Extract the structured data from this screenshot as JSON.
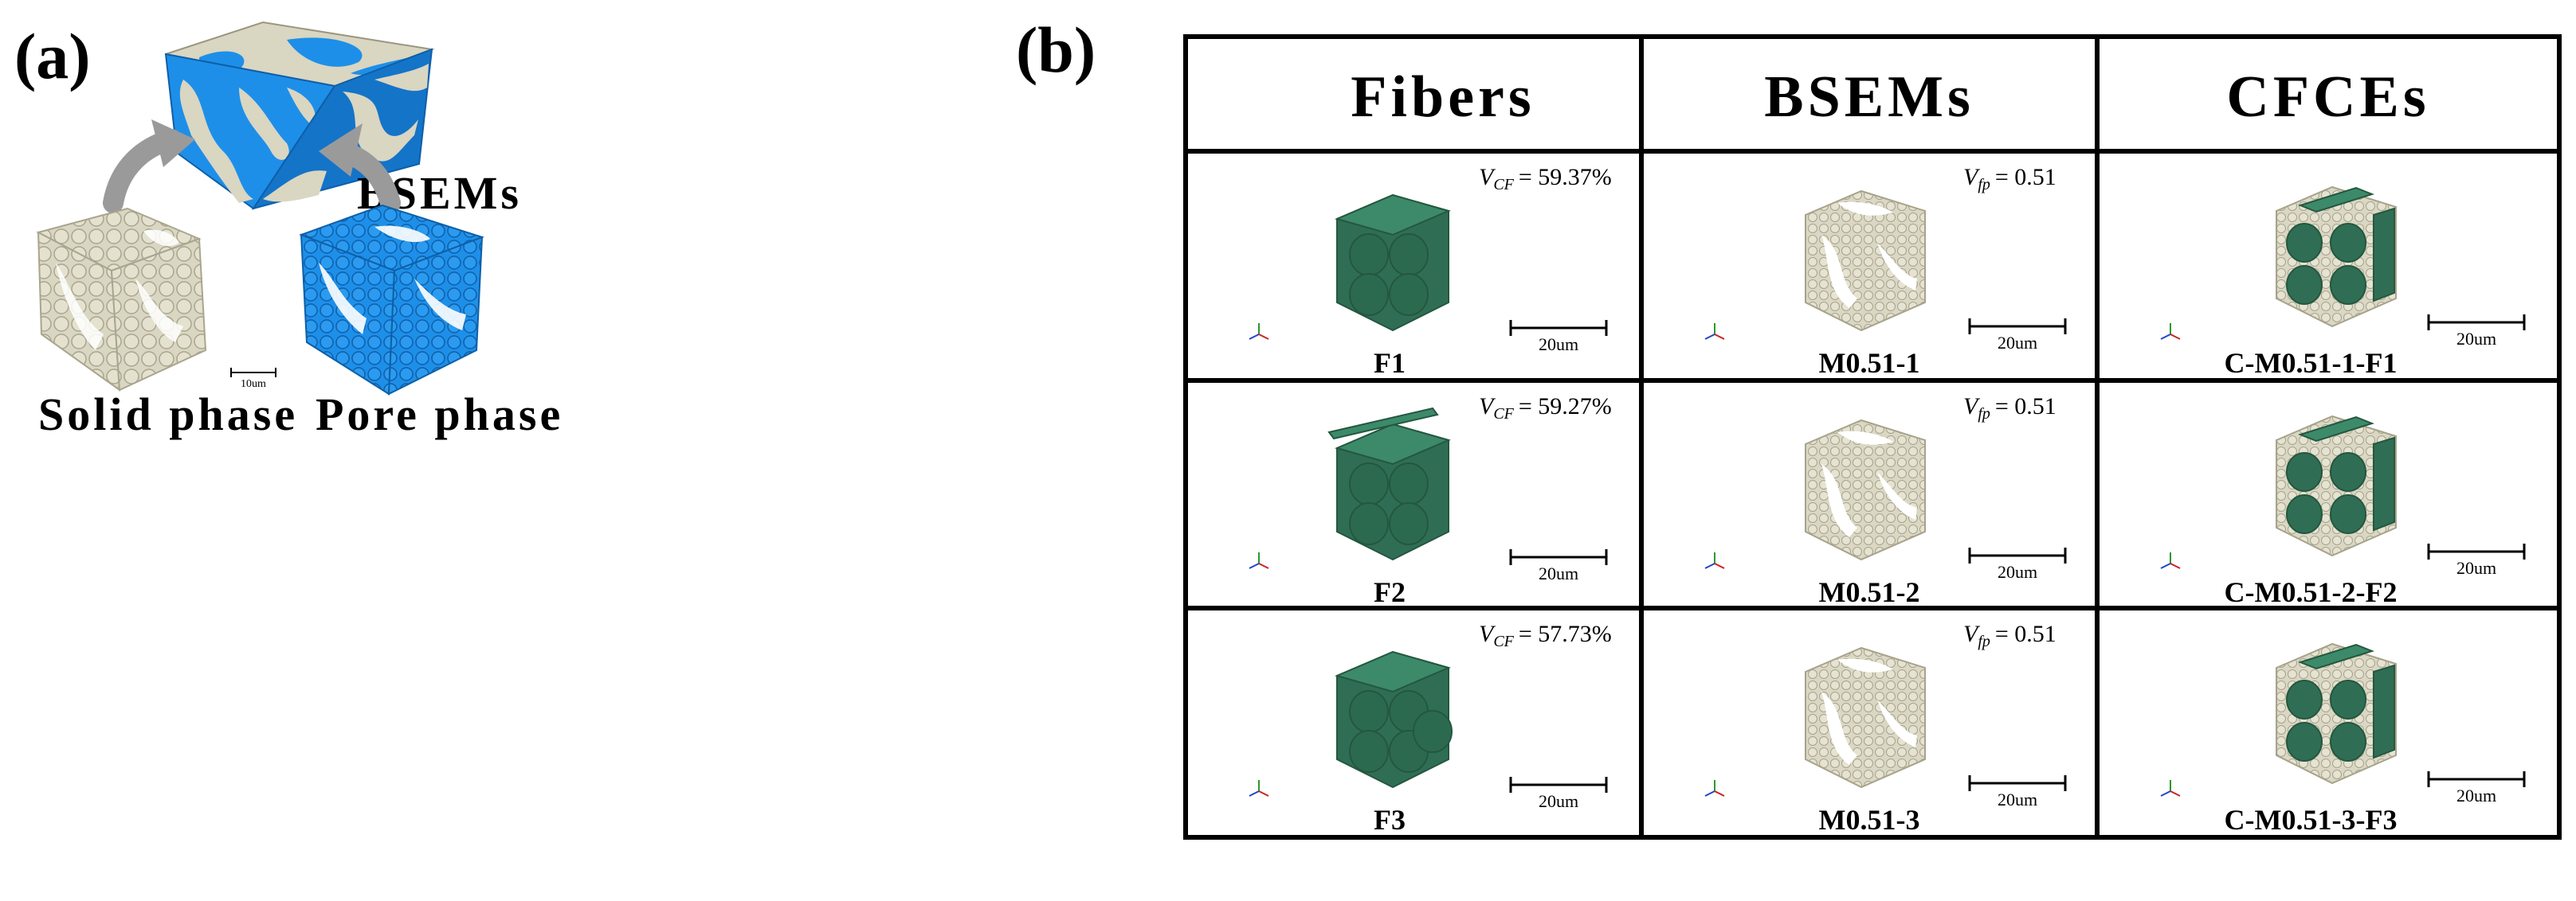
{
  "panel_a": {
    "label": "(a)",
    "top_label": "BSEMs",
    "solid_label": "Solid phase",
    "pore_label": "Pore phase",
    "scale_label": "10um"
  },
  "panel_b": {
    "label": "(b)",
    "headers": [
      "Fibers",
      "BSEMs",
      "CFCEs"
    ],
    "rows": [
      {
        "fiber": {
          "name": "F1",
          "vcf_symbol": "V",
          "vcf_sub": "CF",
          "vcf_value": "= 59.37%"
        },
        "bsem": {
          "name": "M0.51-1",
          "vfp_symbol": "V",
          "vfp_sub": "fp",
          "vfp_value": "= 0.51"
        },
        "cfce": {
          "name": "C-M0.51-1-F1"
        }
      },
      {
        "fiber": {
          "name": "F2",
          "vcf_symbol": "V",
          "vcf_sub": "CF",
          "vcf_value": "= 59.27%"
        },
        "bsem": {
          "name": "M0.51-2",
          "vfp_symbol": "V",
          "vfp_sub": "fp",
          "vfp_value": "= 0.51"
        },
        "cfce": {
          "name": "C-M0.51-2-F2"
        }
      },
      {
        "fiber": {
          "name": "F3",
          "vcf_symbol": "V",
          "vcf_sub": "CF",
          "vcf_value": "= 57.73%"
        },
        "bsem": {
          "name": "M0.51-3",
          "vfp_symbol": "V",
          "vfp_sub": "fp",
          "vfp_value": "= 0.51"
        },
        "cfce": {
          "name": "C-M0.51-3-F3"
        }
      }
    ],
    "scale_label": "20um"
  },
  "colors": {
    "pore_blue": "#1E8FE8",
    "pore_blue_dark": "#1474C8",
    "solid_beige": "#D9D6C2",
    "solid_beige_dark": "#B9B59C",
    "fiber_green": "#2F6E55",
    "fiber_green_light": "#3C8A6A",
    "arrow_gray": "#9A9A9A"
  }
}
